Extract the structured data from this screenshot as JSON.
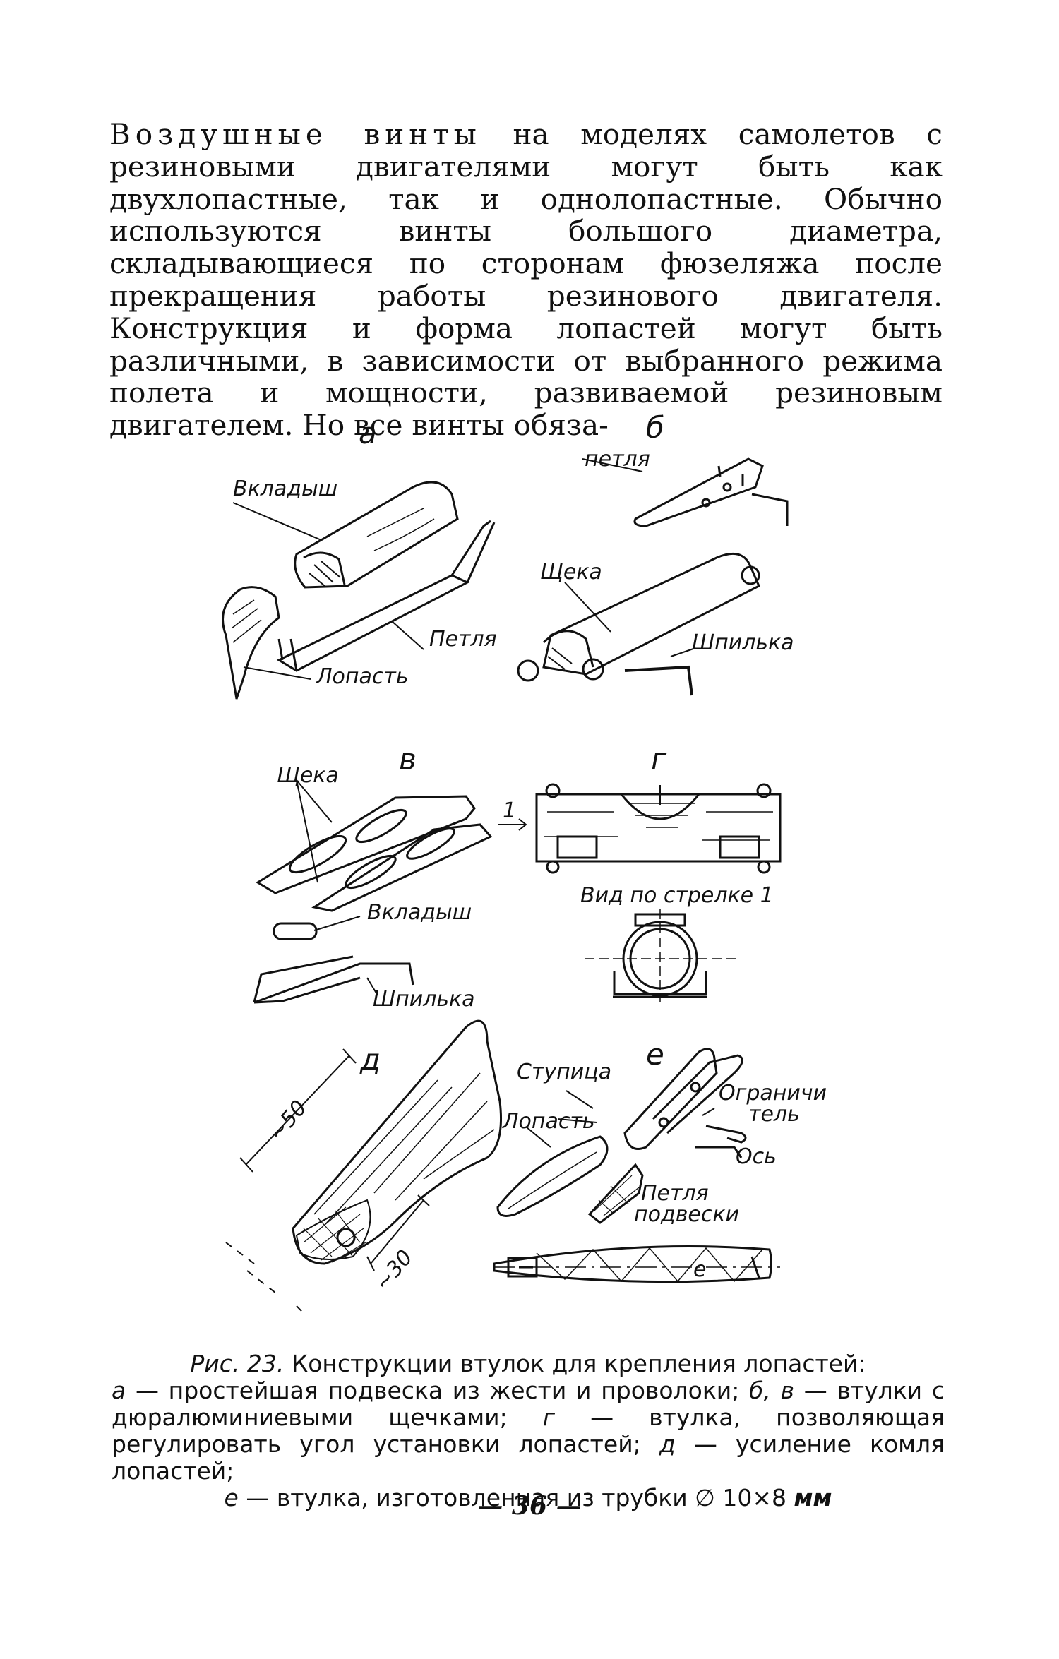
{
  "paragraph": {
    "lead": "Воздушные винты",
    "text": " на моделях самолетов с резиновыми двигателями могут быть как двухлопастные, так и однолопастные. Обычно используются винты большого диаметра, складывающиеся по сторонам фюзеляжа после прекращения работы резинового двигателя. Конструкция и форма лопастей могут быть различными, в зависимости от выбранного режима полета и мощности, развиваемой резиновым двигателем. Но все винты обяза-"
  },
  "figure": {
    "letters": {
      "a": "а",
      "b": "б",
      "v": "в",
      "g": "г",
      "d": "д",
      "e": "е",
      "e2": "е"
    },
    "labels": {
      "vkladysh_a": "Вкладыш",
      "petlya_a": "Петля",
      "lopast_a": "Лопасть",
      "petlya_b": "петля",
      "scheka_b": "Щека",
      "shpilka_b": "Шпилька",
      "scheka_v": "Щека",
      "vkladysh_v": "Вкладыш",
      "shpilka_v": "Шпилька",
      "arrow_1": "1",
      "vid_po_strelke": "Вид по стрелке 1",
      "stupica": "Ступица",
      "lopast_e": "Лопасть",
      "ogranichitel_1": "Ограничи",
      "ogranichitel_2": "тель",
      "os": "Ось",
      "petlya_podveski_1": "Петля",
      "petlya_podveski_2": "подвески",
      "dim_50": "~50",
      "dim_30": "~30"
    }
  },
  "caption": {
    "fig_ref": "Рис. 23.",
    "title": " Конструкции втулок для крепления лопастей:",
    "a_letter": "а",
    "a_text": " — простейшая подвеска из жести и проволоки; ",
    "bv_letters": "б, в",
    "bv_text": " — втулки с дюралюминиевыми щечками; ",
    "g_letter": "г",
    "g_text": " — втулка, позволяющая регулировать угол установки лопастей; ",
    "d_letter": "д",
    "d_text": " — усиление комля лопастей;",
    "e_letter": "е",
    "e_text": " — втулка, изготовленная из трубки ∅ 10×8 ",
    "unit": "мм"
  },
  "page_number": "— 36 —"
}
